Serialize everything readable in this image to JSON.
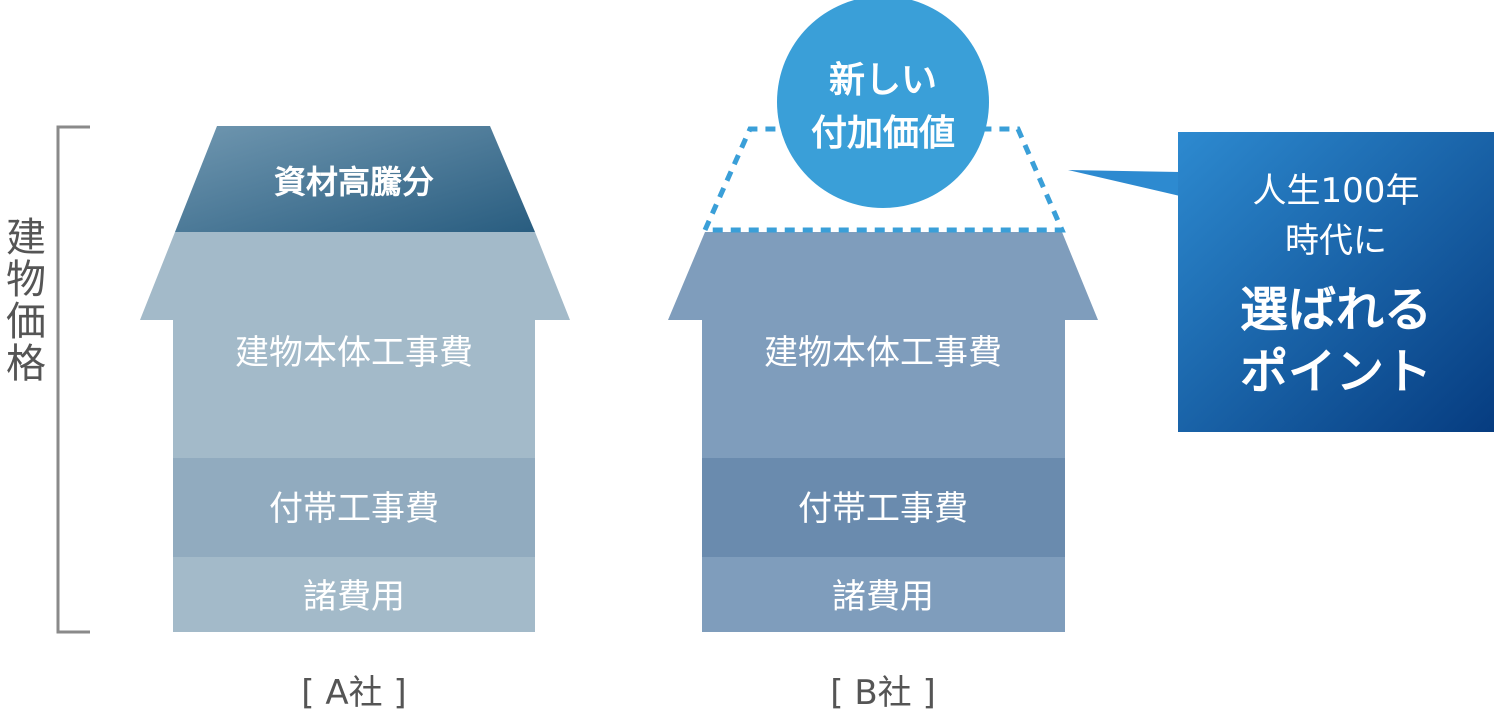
{
  "axis": {
    "label": "建物価格"
  },
  "house_a": {
    "caption": "[ A社 ]",
    "roof_label": "資材高騰分",
    "main_label": "建物本体工事費",
    "middle_label": "付帯工事費",
    "bottom_label": "諸費用"
  },
  "house_b": {
    "caption": "[ B社 ]",
    "main_label": "建物本体工事費",
    "middle_label": "付帯工事費",
    "bottom_label": "諸費用",
    "bubble_line1": "新しい",
    "bubble_line2": "付加価値"
  },
  "callout": {
    "line1": "人生100年",
    "line2": "時代に",
    "line3": "選ばれる",
    "line4": "ポイント"
  },
  "colors": {
    "house_a_light": "#a3bac9",
    "house_a_mid": "#91abbf",
    "house_b_main": "#7f9dbc",
    "house_b_mid": "#6a8bae",
    "roof_top": "#6e94ad",
    "roof_bottom": "#2d6184",
    "bubble": "#3a9fd8",
    "callout_start": "#2c84c8",
    "callout_end": "#073f82",
    "text_gray": "#555555"
  }
}
